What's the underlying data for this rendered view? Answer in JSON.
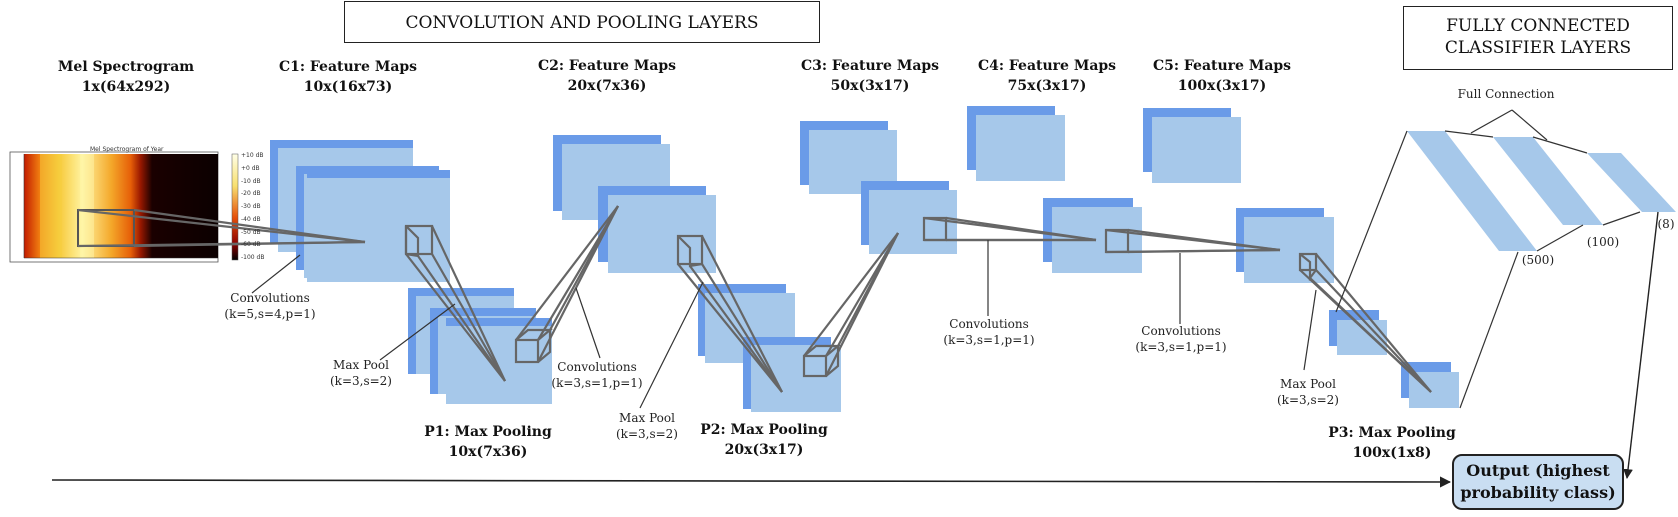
{
  "sections": {
    "conv_header": "CONVOLUTION AND POOLING LAYERS",
    "fc_header_line1": "FULLY CONNECTED",
    "fc_header_line2": "CLASSIFIER LAYERS"
  },
  "input": {
    "title": "Mel Spectrogram",
    "shape": "1x(64x292)",
    "plot_title": "Mel Spectrogram of Year",
    "colorbar_ticks": [
      "+10 dB",
      "+0 dB",
      "-10 dB",
      "-20 dB",
      "-30 dB",
      "-40 dB",
      "-50 dB",
      "-60 dB",
      "-100 dB"
    ]
  },
  "layers": {
    "c1": {
      "title": "C1: Feature Maps",
      "shape": "10x(16x73)"
    },
    "c2": {
      "title": "C2: Feature Maps",
      "shape": "20x(7x36)"
    },
    "c3": {
      "title": "C3: Feature Maps",
      "shape": "50x(3x17)"
    },
    "c4": {
      "title": "C4: Feature Maps",
      "shape": "75x(3x17)"
    },
    "c5": {
      "title": "C5: Feature Maps",
      "shape": "100x(3x17)"
    },
    "p1": {
      "title": "P1: Max Pooling",
      "shape": "10x(7x36)"
    },
    "p2": {
      "title": "P2: Max Pooling",
      "shape": "20x(3x17)"
    },
    "p3": {
      "title": "P3: Max Pooling",
      "shape": "100x(1x8)"
    }
  },
  "operations": {
    "conv1": {
      "name": "Convolutions",
      "params": "(k=5,s=4,p=1)"
    },
    "pool1": {
      "name": "Max Pool",
      "params": "(k=3,s=2)"
    },
    "conv2": {
      "name": "Convolutions",
      "params": "(k=3,s=1,p=1)"
    },
    "pool2": {
      "name": "Max Pool",
      "params": "(k=3,s=2)"
    },
    "conv3": {
      "name": "Convolutions",
      "params": "(k=3,s=1,p=1)"
    },
    "conv4": {
      "name": "Convolutions",
      "params": "(k=3,s=1,p=1)"
    },
    "pool3": {
      "name": "Max Pool",
      "params": "(k=3,s=2)"
    }
  },
  "fully_connected": {
    "label": "Full Connection",
    "layer_sizes": [
      "(500)",
      "(100)",
      "(8)"
    ]
  },
  "output": {
    "line1": "Output (highest",
    "line2": "probability class)"
  },
  "colors": {
    "feature_map_back": "#6a9be8",
    "feature_map_front": "#a6c8ea",
    "output_fill": "#c9def2"
  }
}
